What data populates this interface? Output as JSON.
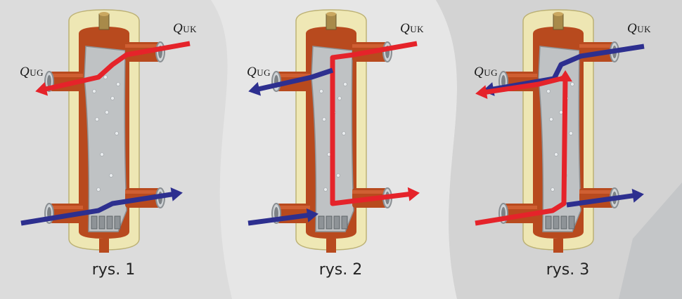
{
  "figures": [
    {
      "caption": "rys. 1",
      "top_label": "Q",
      "top_label_sub": "UK",
      "side_label": "Q",
      "side_label_sub": "UG"
    },
    {
      "caption": "rys. 2",
      "top_label": "Q",
      "top_label_sub": "UK",
      "side_label": "Q",
      "side_label_sub": "UG"
    },
    {
      "caption": "rys. 3",
      "top_label": "Q",
      "top_label_sub": "UK",
      "side_label": "Q",
      "side_label_sub": "UG"
    }
  ],
  "colors": {
    "background": "#d9d9d9",
    "shell": "#f1e9b0",
    "copper": "#b84a1e",
    "hot_flow": "#e5232a",
    "cold_flow": "#2d2f8f",
    "inner": "#bfc2c4"
  }
}
